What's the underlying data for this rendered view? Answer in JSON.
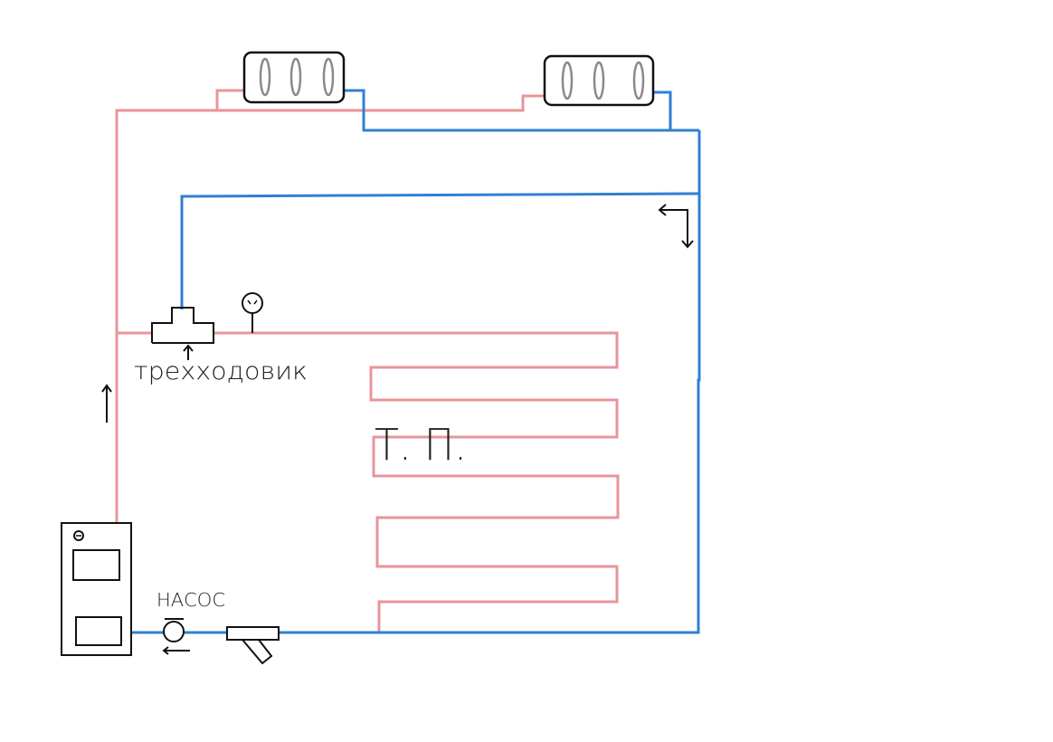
{
  "labels": {
    "mixing_valve": "трехходовик",
    "underfloor": "Т. П.",
    "pump": "НАСОС"
  },
  "colors": {
    "supply_pipe": "#e8959a",
    "return_pipe": "#2f7fd4",
    "outline": "#111111",
    "radiator_fin": "#8a8a8a"
  },
  "icons": {
    "radiator": "radiator-icon",
    "boiler": "boiler-icon",
    "pump": "pump-icon",
    "valve": "three-way-valve-icon",
    "gauge": "thermometer-icon",
    "filter": "filter-icon"
  }
}
